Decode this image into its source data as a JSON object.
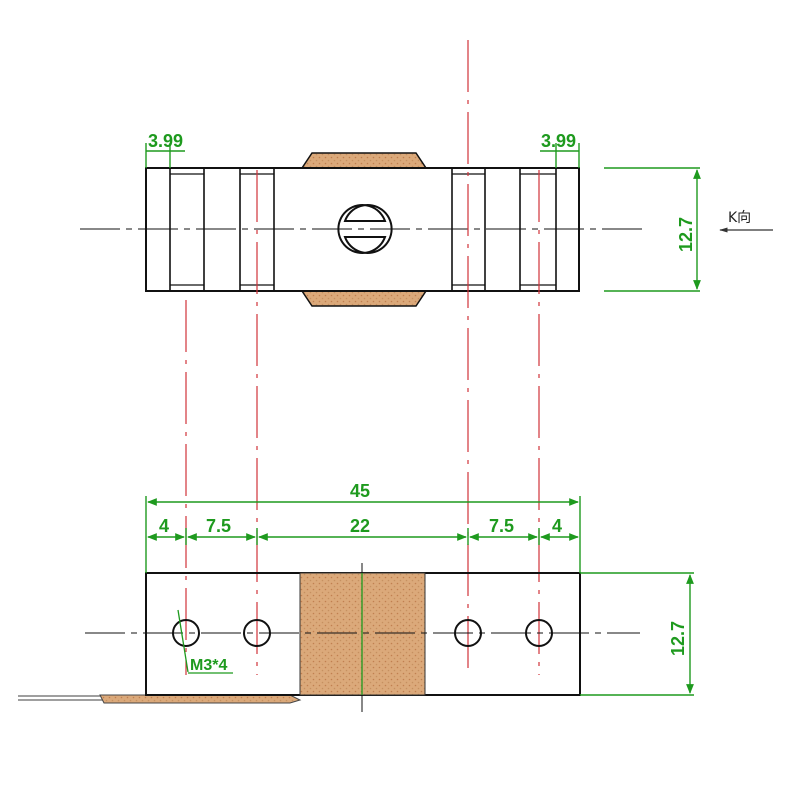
{
  "colors": {
    "outline": "#111111",
    "dimension": "#1e9a1e",
    "centerline": "#d0323a",
    "pad_fill": "#d9a878",
    "background": "#ffffff"
  },
  "top_view": {
    "dim_left_end": "3.99",
    "dim_right_end": "3.99",
    "dim_height": "12.7",
    "direction_label": "K向"
  },
  "front_view": {
    "dim_overall": "45",
    "dim_segments": [
      "4",
      "7.5",
      "22",
      "7.5",
      "4"
    ],
    "dim_height": "12.7",
    "hole_callout": "M3*4"
  }
}
